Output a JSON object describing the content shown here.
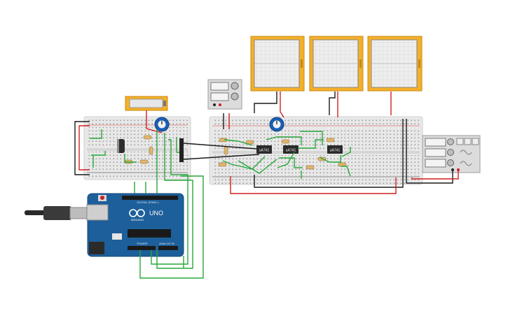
{
  "arduino": {
    "brand": "ARDUINO",
    "model": "UNO",
    "header_digital": "DIGITAL (PWM~)",
    "header_power": "POWER",
    "header_analog": "ANALOG IN"
  },
  "chips": {
    "ic1": "uA741",
    "ic2": "uA741",
    "ic3": "uA741"
  },
  "colors": {
    "wire_green": "#27a83a",
    "wire_red": "#d11f1f",
    "wire_black": "#1a1a1a",
    "board_blue": "#1d5f9a",
    "oscilloscope_frame": "#f4b028",
    "breadboard": "#e7e7e7",
    "potentiometer": "#1c5fb4"
  }
}
